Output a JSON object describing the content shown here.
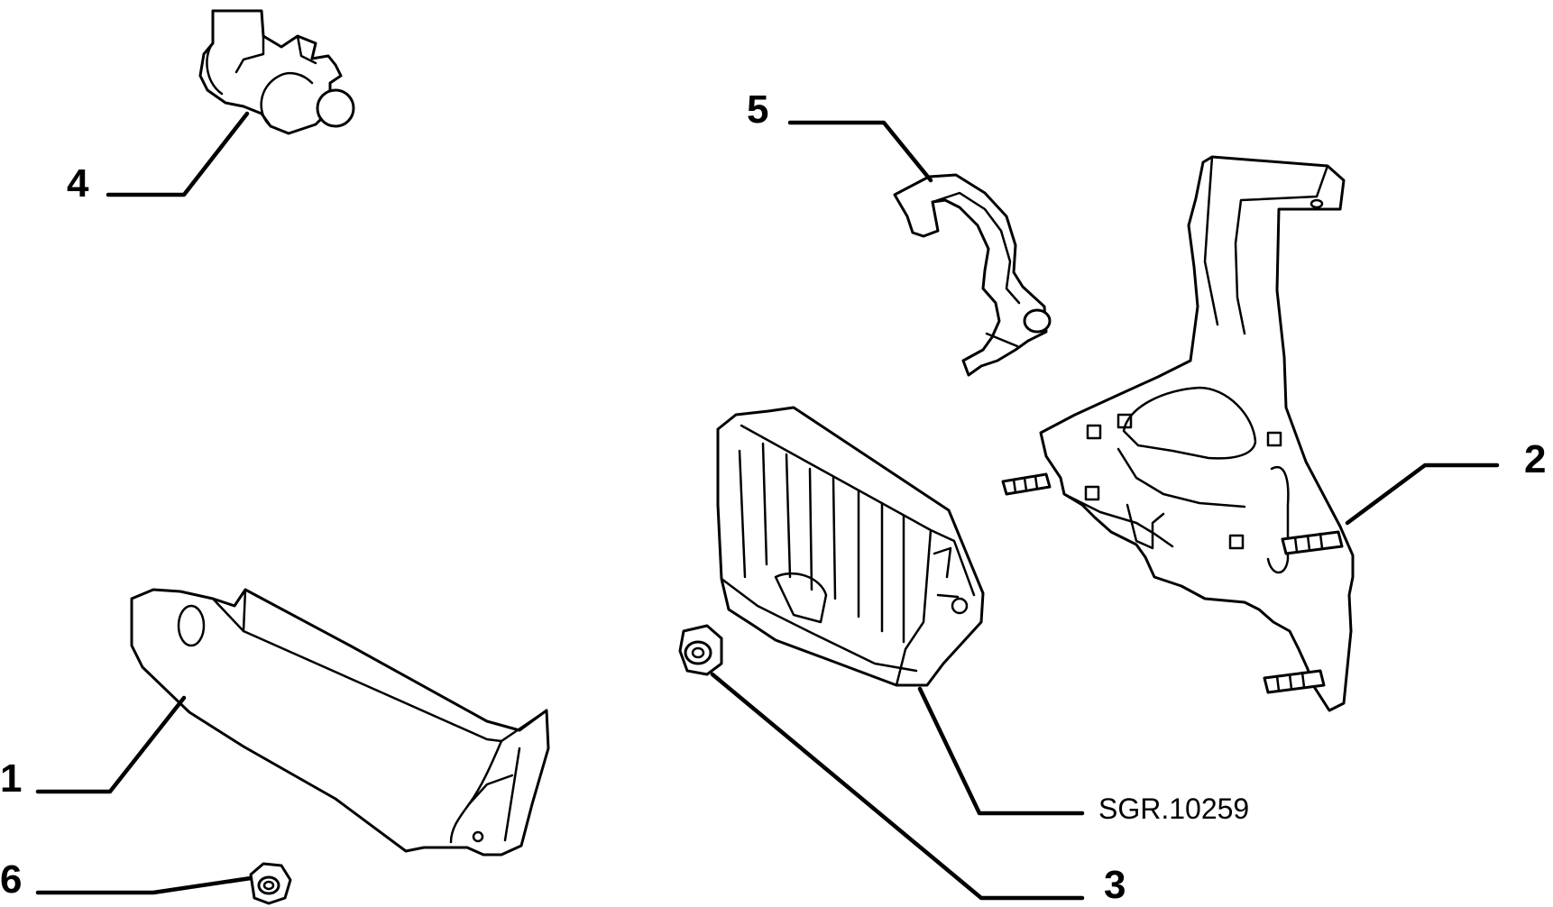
{
  "drawing_code": "SGR.10259",
  "callouts": [
    {
      "id": "1",
      "label": "1",
      "part": "bracket"
    },
    {
      "id": "2",
      "label": "2",
      "part": "mounting-plate"
    },
    {
      "id": "3",
      "label": "3",
      "part": "nut-flanged"
    },
    {
      "id": "4",
      "label": "4",
      "part": "double-clip"
    },
    {
      "id": "5",
      "label": "5",
      "part": "cable-clamp"
    },
    {
      "id": "6",
      "label": "6",
      "part": "hex-nut"
    }
  ],
  "colors": {
    "line": "#000000",
    "background": "#ffffff"
  }
}
